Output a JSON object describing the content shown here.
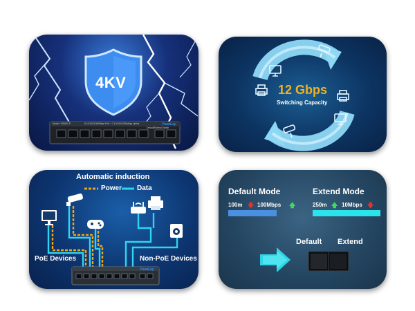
{
  "panel_surge": {
    "shield_label": "4KV",
    "brand": "YuanLey",
    "model_text": "Model: YS08G-P",
    "port_spec_text": "8 10/100/1000Mbps PoE + 2 10/100/1000Mbps Uplink",
    "extend_text": "Default/Extend Switch"
  },
  "panel_capacity": {
    "speed": "12 Gbps",
    "caption": "Switching Capacity"
  },
  "panel_induction": {
    "title": "Automatic induction",
    "legend_power": "Power",
    "legend_data": "Data",
    "poe_devices": "PoE Devices",
    "non_poe_devices": "Non-PoE Devices",
    "brand": "YuanLey",
    "colors": {
      "power": "#f2a516",
      "data": "#2fd5f0"
    }
  },
  "panel_mode": {
    "default_mode": "Default Mode",
    "extend_mode": "Extend Mode",
    "default_distance": "100m",
    "default_speed": "100Mbps",
    "extend_distance": "250m",
    "extend_speed": "10Mbps",
    "switch_default": "Default",
    "switch_extend": "Extend",
    "colors": {
      "default_bar": "#4a90e2",
      "extend_bar": "#2be3ea",
      "up": "#3ddc5a",
      "down": "#e5322b"
    }
  }
}
